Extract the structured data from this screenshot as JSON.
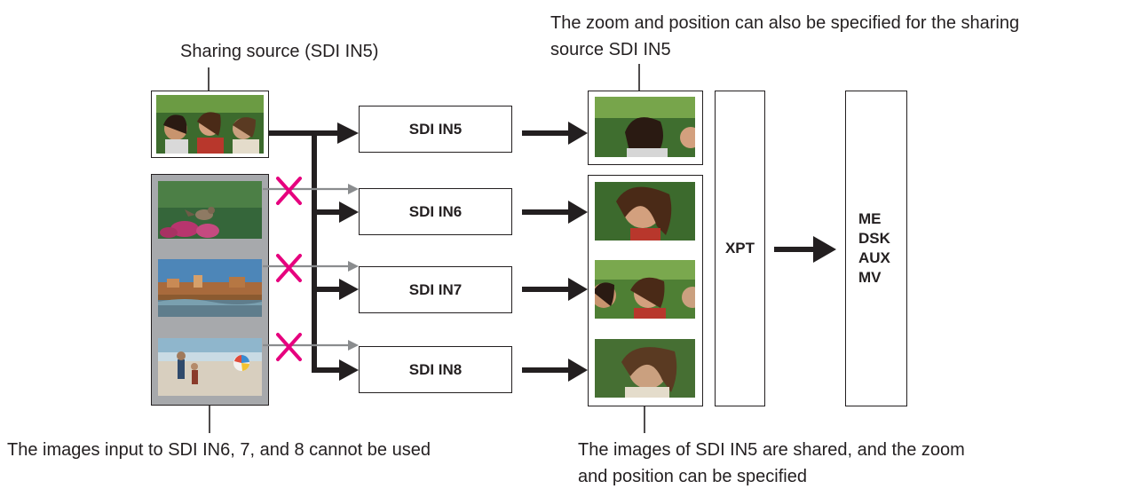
{
  "callouts": {
    "sharing_source": "Sharing source (SDI IN5)",
    "zoom_position_line1": "The zoom and position can also be specified for the sharing",
    "zoom_position_line2": "source SDI IN5",
    "cannot_be_used": "The images input to SDI IN6, 7, and 8 cannot be used",
    "shared_line1": "The images of SDI IN5 are shared, and the zoom",
    "shared_line2": "and position can be specified"
  },
  "inputs": [
    "SDI IN5",
    "SDI IN6",
    "SDI IN7",
    "SDI IN8"
  ],
  "crosspoint": "XPT",
  "destinations": [
    "ME",
    "DSK",
    "AUX",
    "MV"
  ],
  "colors": {
    "line": "#231f20",
    "blocked_arrow": "#8a8c8e",
    "cross": "#e6007e",
    "gray_panel": "#a7a9ac"
  },
  "icons": {
    "thumbnails": [
      "three-women-photo",
      "bird-on-flowers-photo",
      "city-river-bridge-photo",
      "beach-family-ball-photo"
    ],
    "cross_marks": "pink-x-icon"
  }
}
